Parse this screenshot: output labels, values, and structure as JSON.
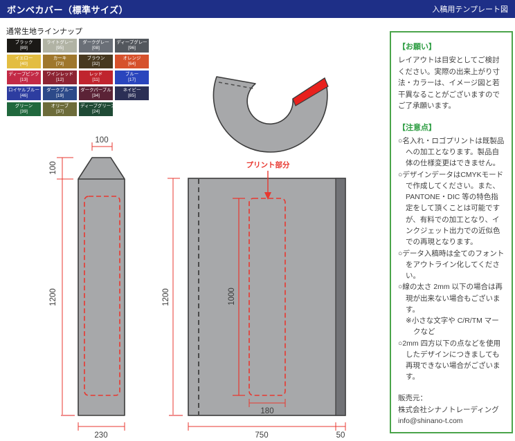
{
  "header": {
    "title": "ボンベカバー（標準サイズ）",
    "subtitle": "入稿用テンプレート図"
  },
  "colors": {
    "header_bg": "#1e2f87",
    "accent_red": "#e8372f",
    "heading_green": "#2f9e44",
    "drawing_gray": "#a7a8aa",
    "band_gray": "#717276"
  },
  "fabric": {
    "heading": "通常生地ラインナップ",
    "swatches": [
      {
        "name": "ブラック",
        "code": "[89]",
        "color": "#1b1916"
      },
      {
        "name": "ライトグレー",
        "code": "[95]",
        "color": "#b1b3a4"
      },
      {
        "name": "ダークグレー",
        "code": "[08]",
        "color": "#6a6f77"
      },
      {
        "name": "ディープグレー",
        "code": "[96]",
        "color": "#53575d"
      },
      {
        "name": "イエロー",
        "code": "[40]",
        "color": "#e3bd41"
      },
      {
        "name": "カーキ",
        "code": "[73]",
        "color": "#9f772c"
      },
      {
        "name": "ブラウン",
        "code": "[32]",
        "color": "#47381f"
      },
      {
        "name": "オレンジ",
        "code": "[64]",
        "color": "#d6512c"
      },
      {
        "name": "ディープピンク",
        "code": "[13]",
        "color": "#c32a46"
      },
      {
        "name": "ワインレッド",
        "code": "[12]",
        "color": "#8d2433"
      },
      {
        "name": "レッド",
        "code": "[11]",
        "color": "#c0242e"
      },
      {
        "name": "ブルー",
        "code": "[17]",
        "color": "#2a45bd"
      },
      {
        "name": "ロイヤルブルー",
        "code": "[46]",
        "color": "#2d3da0"
      },
      {
        "name": "ダークブルー",
        "code": "[19]",
        "color": "#2c4a89"
      },
      {
        "name": "ダークパープル",
        "code": "[34]",
        "color": "#5b2336"
      },
      {
        "name": "ネイビー",
        "code": "[85]",
        "color": "#2b2f55"
      },
      {
        "name": "グリーン",
        "code": "[39]",
        "color": "#20683d"
      },
      {
        "name": "オリーブ",
        "code": "[37]",
        "color": "#6d6c3a"
      },
      {
        "name": "ディープグリーン",
        "code": "[24]",
        "color": "#1f4a35"
      }
    ]
  },
  "diagram": {
    "print_label": "プリント部分",
    "side_view": {
      "top_width": "100",
      "taper_height": "100",
      "body_height": "1200",
      "bottom_width": "230"
    },
    "front_view": {
      "total_height": "1200",
      "print_height": "1000",
      "print_width": "180",
      "body_width": "750",
      "band_width": "50"
    }
  },
  "panel": {
    "request_heading": "【お願い】",
    "request_body": "レイアウトは目安としてご検討ください。実際の出来上がり寸法・カラーは、イメージ図と若干異なることがございますのでご了承願います。",
    "notes_heading": "【注意点】",
    "notes": [
      {
        "bullet": "○",
        "text": "名入れ・ロゴプリントは既製品への加工となります。製品自体の仕様変更はできません。"
      },
      {
        "bullet": "○",
        "text": "デザインデータはCMYKモードで作成してください。また、PANTONE・DIC 等の特色指定をして頂くことは可能ですが、有料での加工となり、インクジェット出力での近似色での再現となります。"
      },
      {
        "bullet": "○",
        "text": "データ入稿時は全てのフォントをアウトライン化してください。"
      },
      {
        "bullet": "○",
        "text": "線の太さ 2mm 以下の場合は再現が出来ない場合もございます。"
      },
      {
        "bullet": "※",
        "text": "小さな文字や C/R/TM マークなど"
      },
      {
        "bullet": "○",
        "text": "2mm 四方以下の点などを使用したデザインにつきましても再現できない場合がございます。"
      }
    ],
    "seller_label": "販売元：",
    "seller_name": "株式会社シナノトレーディング",
    "seller_email": "info@shinano-t.com"
  }
}
